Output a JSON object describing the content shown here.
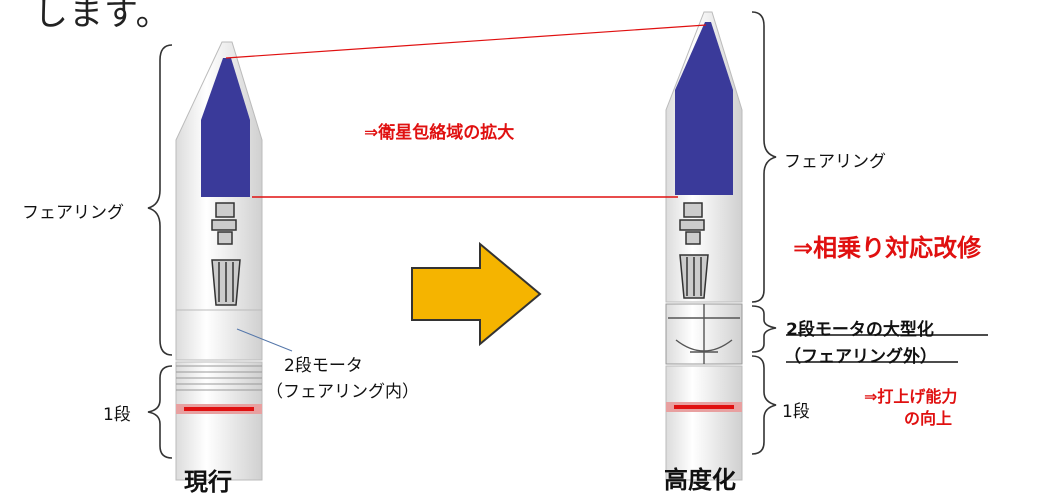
{
  "top_text": "します。",
  "current": {
    "label": "現行",
    "fairing": "フェアリング",
    "stage1": "1段",
    "motor_line1": "2段モータ",
    "motor_line2": "（フェアリング内）"
  },
  "enhanced": {
    "label": "高度化",
    "fairing": "フェアリング",
    "stage1": "1段",
    "motor_line1": "2段モータの大型化",
    "motor_line2": "（フェアリング外）"
  },
  "notes": {
    "envelope": "⇒衛星包絡域の拡大",
    "rideshare": "⇒相乗り対応改修",
    "capability_line1": "⇒打上げ能力",
    "capability_line2": "の向上"
  },
  "colors": {
    "payload_blue": "#3a3a9a",
    "arrow_fill": "#f5b400",
    "arrow_stroke": "#333333",
    "accent_red": "#e01010",
    "body_white": "#f0f0f0"
  }
}
